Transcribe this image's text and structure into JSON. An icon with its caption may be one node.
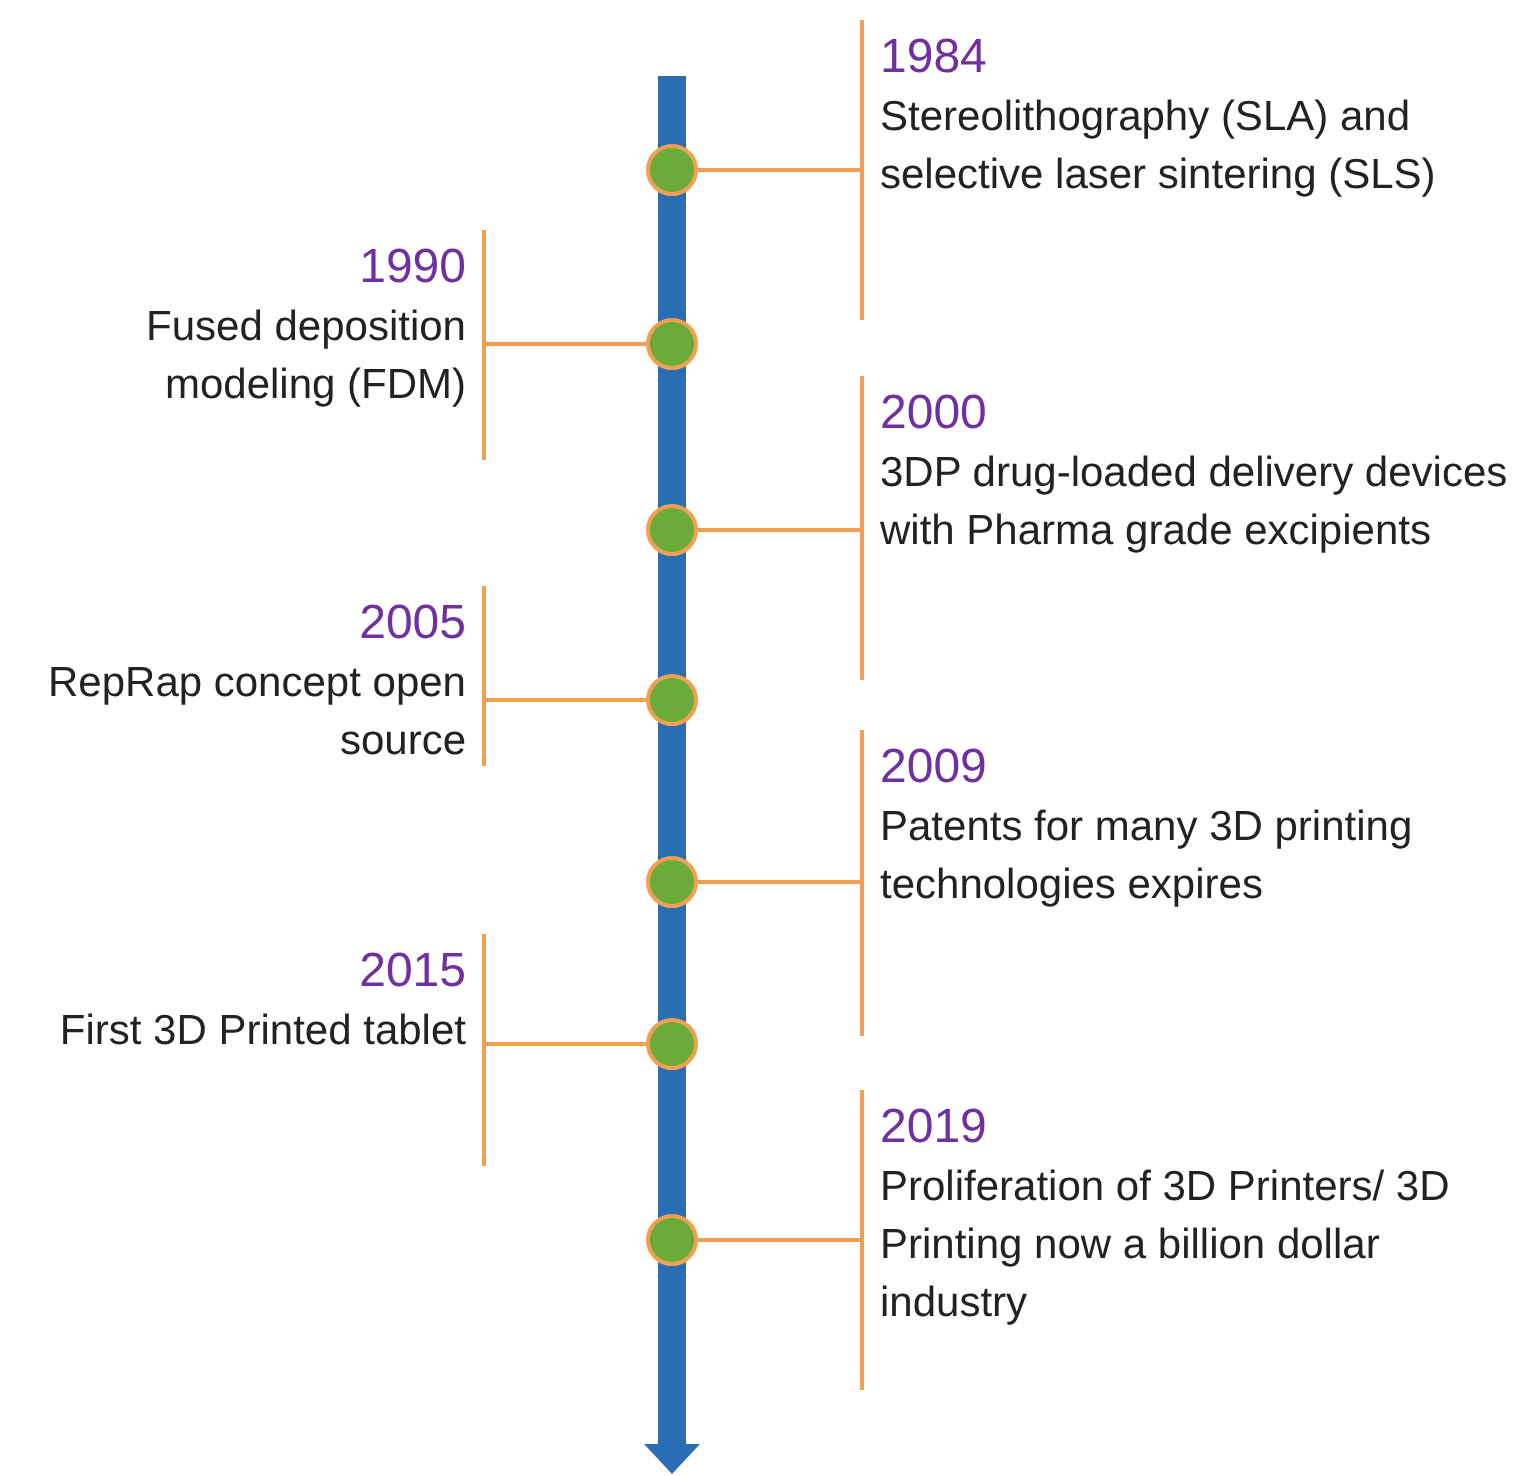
{
  "diagram": {
    "nodes": [
      {
        "text": [
          "1984",
          "Stereolithography (SLA) and selective laser sintering (SLS)"
        ]
      },
      {
        "text": [],
        "shape": "circle"
      },
      {
        "text": [
          "1990",
          "Fused deposition modeling (FDM)"
        ]
      },
      {
        "text": [],
        "shape": "circle"
      },
      {
        "text": [
          "2000",
          "3DP drug-loaded delivery devices with Pharma grade excipients"
        ]
      },
      {
        "text": [],
        "shape": "circle"
      },
      {
        "text": [
          "2005",
          "RepRap concept open source"
        ]
      },
      {
        "text": [],
        "shape": "circle"
      },
      {
        "text": [
          "2009",
          "Patents for many 3D printing technologies expires"
        ]
      },
      {
        "text": [],
        "shape": "circle"
      },
      {
        "text": [
          "2015",
          "First 3D Printed tablet"
        ]
      },
      {
        "text": [],
        "shape": "circle"
      },
      {
        "text": [
          "2019",
          "Proliferation of 3D Printers/ 3D Printing now a billion dollar industry"
        ]
      },
      {
        "text": [],
        "shape": "circle"
      }
    ],
    "edges": [
      {
        "from": 1,
        "to": 0,
        "arrow": "none"
      },
      {
        "from": 3,
        "to": 2,
        "arrow": "none"
      },
      {
        "from": 5,
        "to": 4,
        "arrow": "none"
      },
      {
        "from": 7,
        "to": 6,
        "arrow": "none"
      },
      {
        "from": 9,
        "to": 8,
        "arrow": "none"
      },
      {
        "from": 11,
        "to": 10,
        "arrow": "none"
      },
      {
        "from": 13,
        "to": 12,
        "arrow": "none"
      }
    ]
  }
}
